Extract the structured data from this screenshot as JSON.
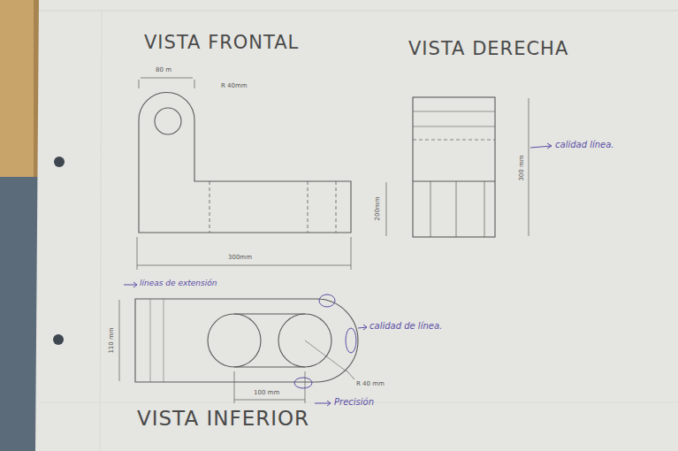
{
  "diagram": {
    "labels": [
      "VISTA FRONTAL",
      "80 m",
      "R 40mm",
      "VISTA DERECHA",
      "calidad línea.",
      "200mm",
      "300 mm",
      "300mm",
      "líneas de extensión",
      "110 mm",
      "calidad de línea.",
      "100 mm",
      "R 40 mm",
      "Precisión",
      "VISTA INFERIOR"
    ]
  }
}
